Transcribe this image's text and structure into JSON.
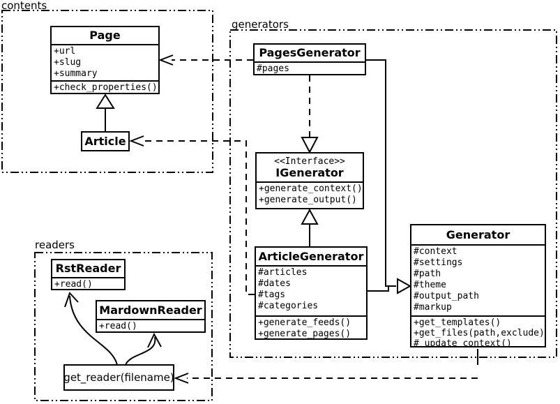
{
  "diagram": {
    "packages": {
      "contents": "contents",
      "generators": "generators",
      "readers": "readers"
    },
    "classes": {
      "page": {
        "name": "Page",
        "attrs": [
          "+url",
          "+slug",
          "+summary"
        ],
        "methods": [
          "+check_properties()"
        ]
      },
      "article": {
        "name": "Article"
      },
      "pages_generator": {
        "name": "PagesGenerator",
        "attrs": [
          "#pages"
        ]
      },
      "igenerator": {
        "stereotype": "<<Interface>>",
        "name": "IGenerator",
        "methods": [
          "+generate_context()",
          "+generate_output()"
        ]
      },
      "article_generator": {
        "name": "ArticleGenerator",
        "attrs": [
          "#articles",
          "#dates",
          "#tags",
          "#categories"
        ],
        "methods": [
          "+generate_feeds()",
          "+generate_pages()"
        ]
      },
      "generator": {
        "name": "Generator",
        "attrs": [
          "#context",
          "#settings",
          "#path",
          "#theme",
          "#output_path",
          "#markup"
        ],
        "methods": [
          "+get_templates()",
          "+get_files(path,exclude)",
          "#_update_context()"
        ]
      },
      "rst_reader": {
        "name": "RstReader",
        "methods": [
          "+read()"
        ]
      },
      "mardown_reader": {
        "name": "MardownReader",
        "methods": [
          "+read()"
        ]
      },
      "get_reader": {
        "label": "get_reader(filename)"
      }
    },
    "colors": {
      "line": "#000000",
      "background": "#ffffff"
    }
  }
}
